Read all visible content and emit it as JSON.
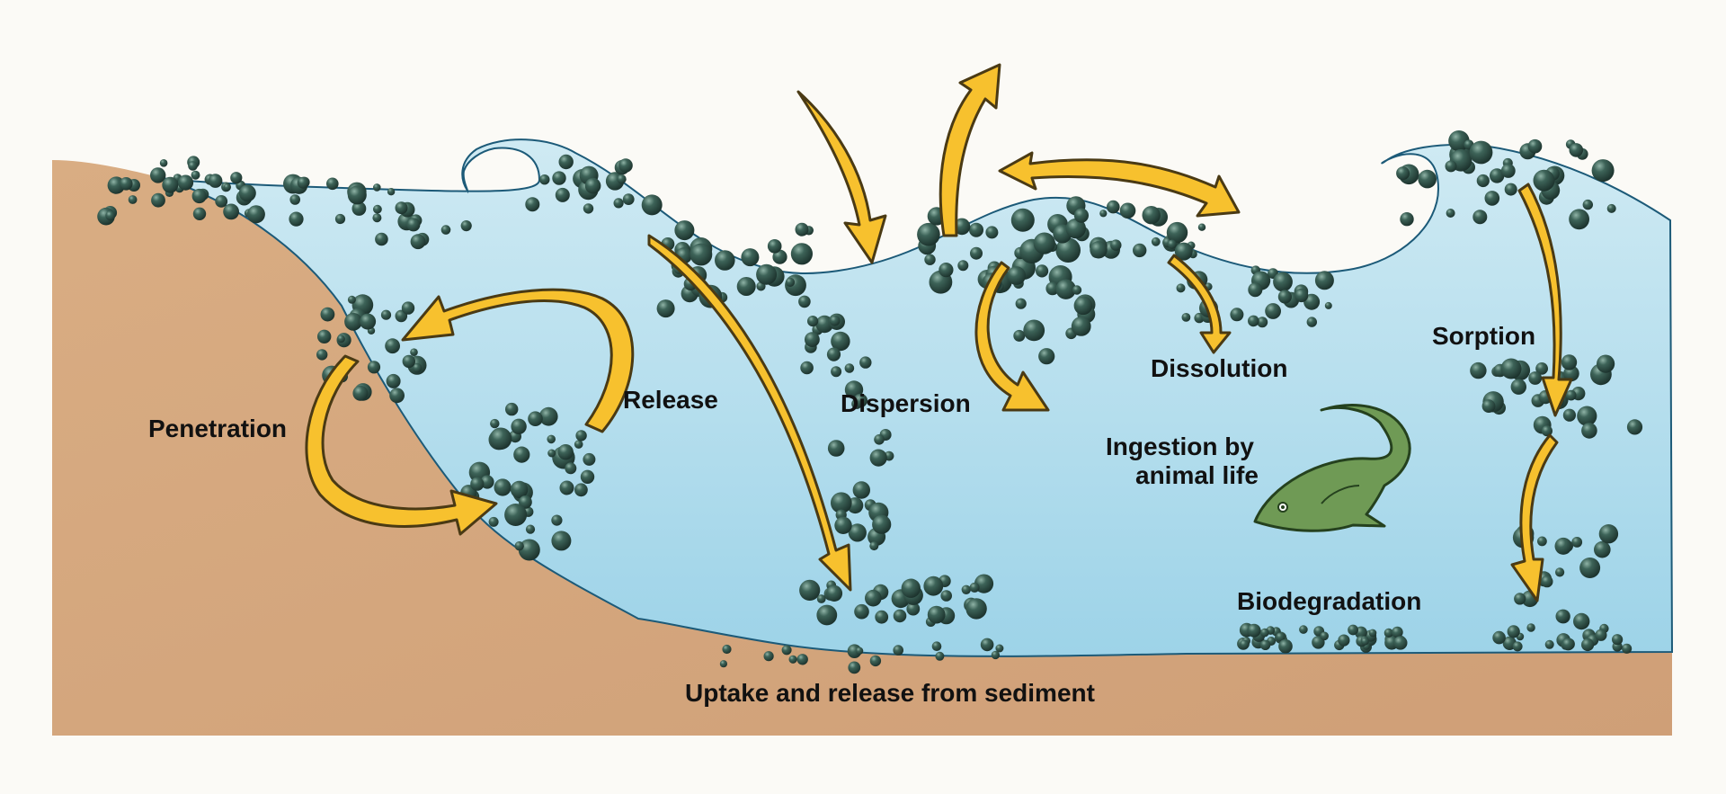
{
  "labels": {
    "penetration": "Penetration",
    "release": "Release",
    "dispersion": "Dispersion",
    "dissolution": "Dissolution",
    "sorption": "Sorption",
    "ingestion_line1": "Ingestion by",
    "ingestion_line2": "animal life",
    "biodegradation": "Biodegradation",
    "sediment": "Uptake and release from sediment"
  },
  "colors": {
    "sand": "#d5a980",
    "water_top": "#c9e8f2",
    "water_bottom": "#9fd4e9",
    "arrow_fill": "#f7c12e",
    "arrow_stroke": "#4a3a14",
    "droplet": "#2b4a42",
    "fish": "#6f9a55"
  },
  "icons": {
    "fish": "fish-icon",
    "arrow": "curved-arrow-icon",
    "droplet": "oil-droplet-icon"
  }
}
